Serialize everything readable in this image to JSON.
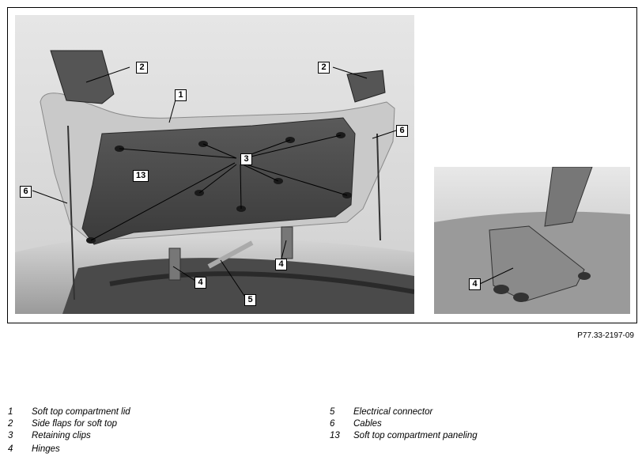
{
  "callouts": {
    "c1": "1",
    "c2a": "2",
    "c2b": "2",
    "c3": "3",
    "c13": "13",
    "c6a": "6",
    "c6b": "6",
    "c4a": "4",
    "c4b": "4",
    "c5": "5",
    "c4detail": "4"
  },
  "figure_id": "P77.33-2197-09",
  "legend": [
    {
      "num": "1",
      "text": "Soft top compartment lid"
    },
    {
      "num": "2",
      "text": "Side flaps for soft top"
    },
    {
      "num": "3",
      "text": "Retaining clips"
    },
    {
      "num": "4",
      "text": "Hinges"
    },
    {
      "num": "5",
      "text": "Electrical connector"
    },
    {
      "num": "6",
      "text": "Cables"
    },
    {
      "num": "13",
      "text": "Soft top compartment paneling"
    }
  ]
}
